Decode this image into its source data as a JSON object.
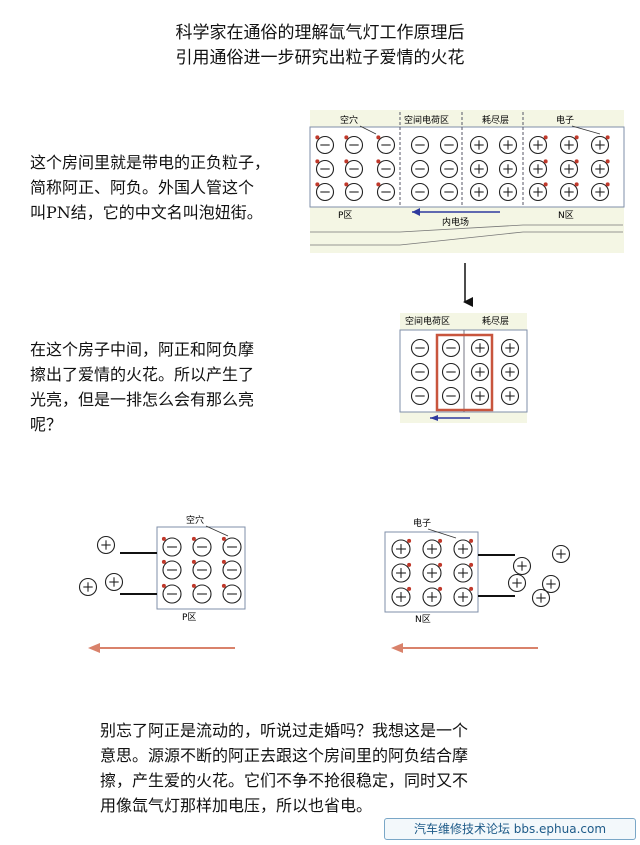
{
  "header": {
    "title_line1": "科学家在通俗的理解氙气灯工作原理后",
    "title_line2": "引用通俗进一步研究出粒子爱情的火花"
  },
  "paragraphs": {
    "p1": [
      "这个房间里就是带电的正负粒子，",
      "简称阿正、阿负。外国人管这个",
      "叫PN结，它的中文名叫泡妞街。"
    ],
    "p2": [
      "在这个房子中间，阿正和阿负摩",
      "擦出了爱情的火花。所以产生了",
      "光亮，但是一排怎么会有那么亮",
      "呢？"
    ],
    "p3": [
      "别忘了阿正是流动的，听说过走婚吗？我想这是一个",
      "意思。源源不断的阿正去跟这个房间里的阿负结合摩",
      "擦，产生爱的火花。它们不争不抢很稳定，同时又不",
      "用像氙气灯那样加电压，所以也省电。"
    ]
  },
  "diagram1": {
    "label_hole": "空穴",
    "label_space_charge": "空间电荷区",
    "label_depletion": "耗尽层",
    "label_electron": "电子",
    "label_p": "P区",
    "label_field": "内电场",
    "label_n": "N区"
  },
  "diagram2": {
    "label_space_charge": "空间电荷区",
    "label_depletion": "耗尽层"
  },
  "diagram3": {
    "label_hole": "空穴",
    "label_p": "P区"
  },
  "diagram4": {
    "label_electron": "电子",
    "label_n": "N区"
  },
  "watermark": {
    "text": "汽车维修技术论坛 bbs.ephua.com"
  },
  "colors": {
    "panel_fill": "#f4f6e4",
    "cell_fill": "#ffffff",
    "carrier_dot": "#c0392b",
    "highlight_box": "#c8553d",
    "field_arrow": "#2e3a9e",
    "flow_arrow": "#d9826b"
  }
}
